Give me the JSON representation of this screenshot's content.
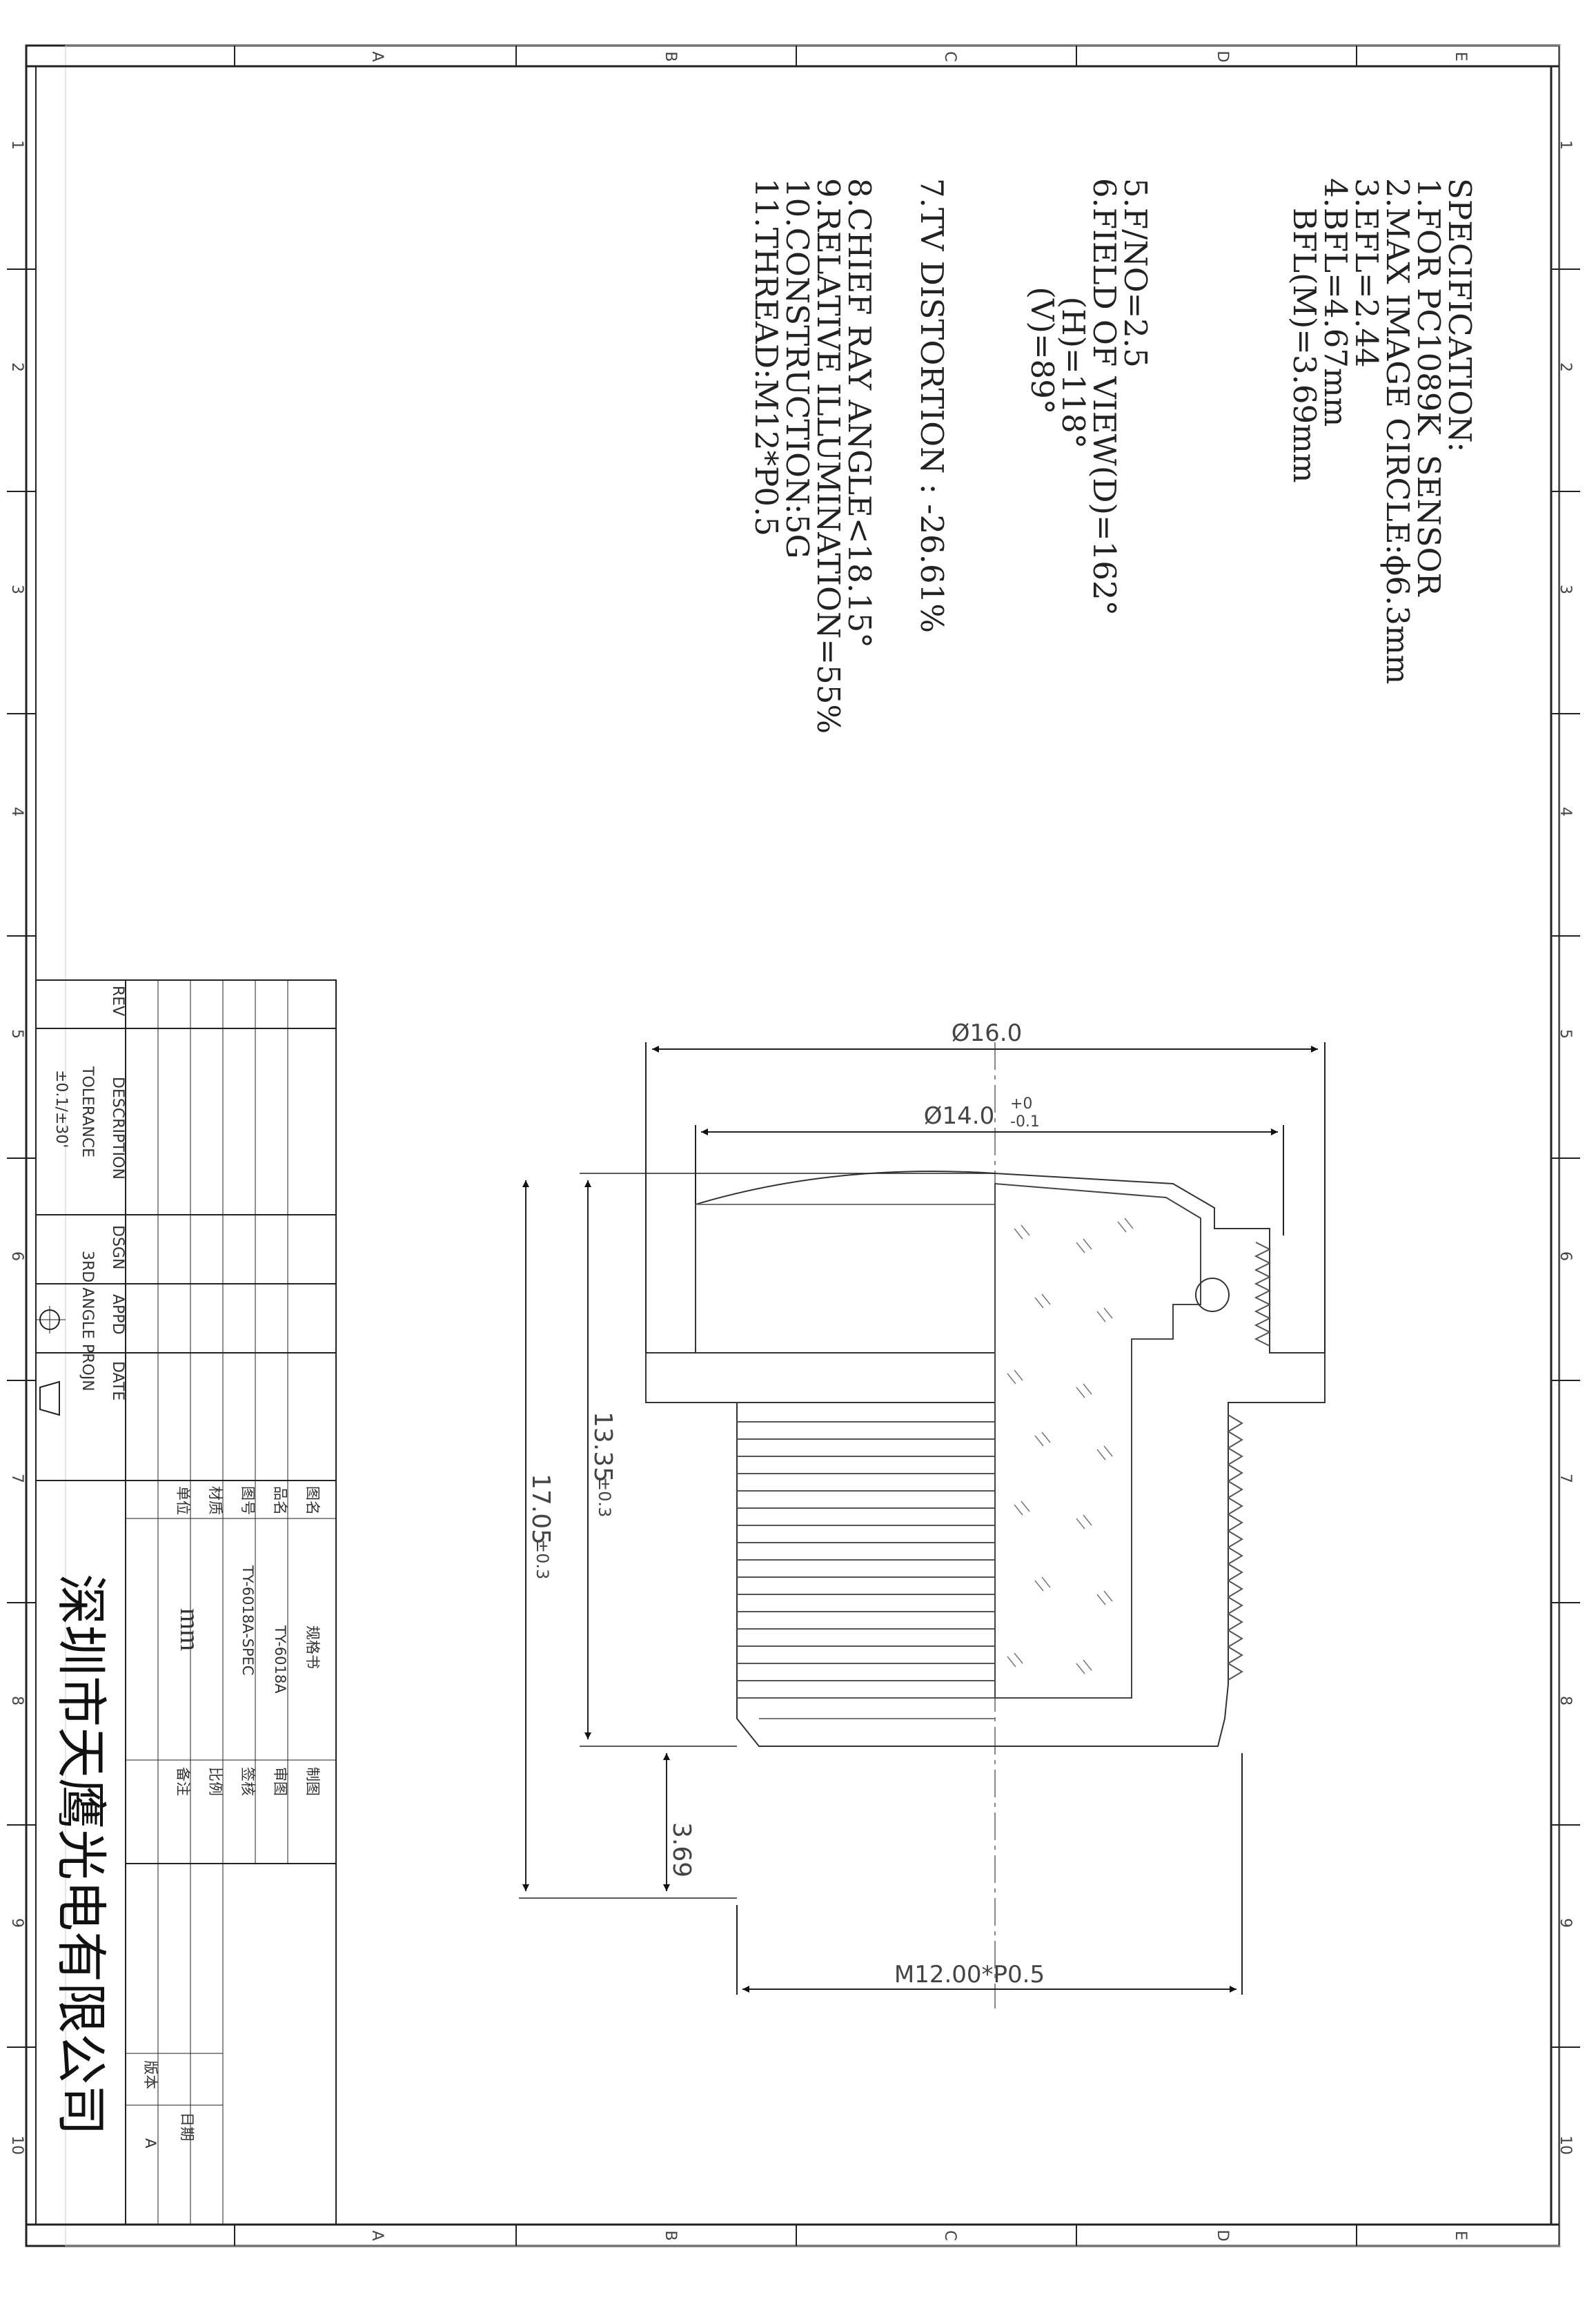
{
  "frame": {
    "columns_top": [
      "A",
      "B",
      "C",
      "D",
      "E"
    ],
    "columns_bottom": [
      "A",
      "B",
      "C",
      "D",
      "E"
    ],
    "rows_left": [
      "1",
      "2",
      "3",
      "4",
      "5",
      "6",
      "7",
      "8",
      "9",
      "10"
    ],
    "rows_right": [
      "1",
      "2",
      "3",
      "4",
      "5",
      "6",
      "7",
      "8",
      "9",
      "10"
    ]
  },
  "specification": {
    "heading": "SPECIFICATION:",
    "lines": [
      "1.FOR PC1089K  SENSOR",
      "2.MAX IMAGE CIRCLE:ϕ6.3mm",
      "3.EFL=2.44",
      "4.BFL=4.67mm",
      "   BFL(M)=3.69mm",
      "5.F/NO=2.5",
      "6.FIELD OF VIEW(D)=162°",
      "            (H)=118°",
      "           (V)=89°",
      "7.TV DISTORTION : -26.61%",
      "8.CHIEF RAY ANGLE<18.15°",
      "9.RELATIVE ILLUMINATION=55%",
      "10.CONSTRUCTION:5G",
      "11.THREAD:M12*P0.5"
    ]
  },
  "dimensions": {
    "d16": "Ø16.0",
    "d14": "Ø14.0",
    "d14_tol_upper": "+0",
    "d14_tol_lower": "-0.1",
    "len1335": "13.35",
    "len1335_tol": "±0.3",
    "len1705": "17.05",
    "len1705_tol": "±0.3",
    "len369": "3.69",
    "thread": "M12.00*P0.5"
  },
  "revision_block": {
    "headers": [
      "REV",
      "DESCRIPTION",
      "DSGN",
      "APPD",
      "DATE"
    ],
    "tolerance_label": "TOLERANCE",
    "tolerance_value": "±0.1/±30'",
    "projection_label": "3RD ANGLE PROJN"
  },
  "title_block": {
    "row_tuming": {
      "label": "图名",
      "value": "规格书",
      "label2": "制图"
    },
    "row_pinming": {
      "label": "品名",
      "value": "TY-6018A",
      "label2": "审图"
    },
    "row_tuhao": {
      "label": "图号",
      "value": "TY-6018A-SPEC",
      "label2": "签核"
    },
    "row_caizhi": {
      "label": "材质",
      "value": "",
      "label2": "比例"
    },
    "row_danwei": {
      "label": "单位",
      "value": "mm",
      "label2": "备注"
    },
    "version_label": "版本",
    "version_value": "A",
    "date_label": "日期",
    "company": "深圳市天鹰光电有限公司"
  }
}
